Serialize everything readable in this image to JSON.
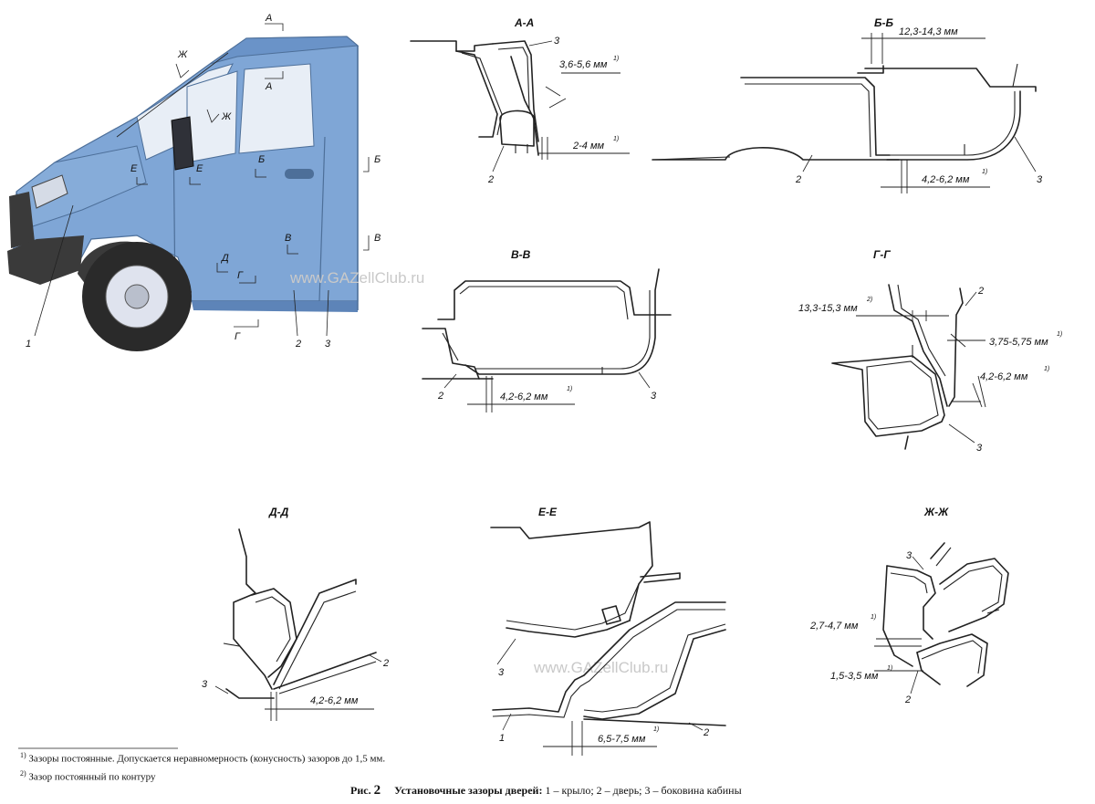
{
  "watermark": "www.GAZellClub.ru",
  "truck": {
    "markers": {
      "a": "А",
      "b": "Б",
      "v": "В",
      "g": "Г",
      "d": "Д",
      "e": "Е",
      "zh": "Ж"
    },
    "callouts": {
      "c1": "1",
      "c2": "2",
      "c3": "3"
    }
  },
  "sections": {
    "aa": {
      "title": "А-А",
      "dim1": "3,6-5,6 мм",
      "dim1_note": "1)",
      "dim2": "2-4 мм",
      "dim2_note": "1)",
      "c2": "2",
      "c3": "3"
    },
    "bb": {
      "title": "Б-Б",
      "dim1": "12,3-14,3 мм",
      "dim2": "4,2-6,2 мм",
      "dim2_note": "1)",
      "c2": "2",
      "c3": "3"
    },
    "vv": {
      "title": "В-В",
      "dim1": "4,2-6,2 мм",
      "dim1_note": "1)",
      "c2": "2",
      "c3": "3"
    },
    "gg": {
      "title": "Г-Г",
      "dim1": "13,3-15,3 мм",
      "dim1_note": "2)",
      "dim2": "3,75-5,75 мм",
      "dim2_note": "1)",
      "dim3": "4,2-6,2 мм",
      "dim3_note": "1)",
      "c2": "2",
      "c3": "3"
    },
    "dd": {
      "title": "Д-Д",
      "dim1": "4,2-6,2 мм",
      "c2": "2",
      "c3": "3"
    },
    "ee": {
      "title": "Е-Е",
      "dim1": "6,5-7,5 мм",
      "dim1_note": "1)",
      "c1": "1",
      "c2": "2",
      "c3": "3"
    },
    "zz": {
      "title": "Ж-Ж",
      "dim1": "2,7-4,7 мм",
      "dim1_note": "1)",
      "dim2": "1,5-3,5 мм",
      "dim2_note": "1)",
      "c2": "2",
      "c3": "3"
    }
  },
  "footnotes": {
    "n1_mark": "1)",
    "n1": "Зазоры постоянные. Допускается неравномерность (конусность) зазоров до 1,5 мм.",
    "n2_mark": "2)",
    "n2": "Зазор постоянный по контуру"
  },
  "caption": {
    "prefix": "Рис.",
    "number": "2",
    "title": "Установочные зазоры дверей:",
    "text": "1 – крыло; 2 – дверь; 3 – боковина кабины"
  },
  "colors": {
    "cab": "#7fa6d6",
    "cab_dark": "#5d84b8",
    "bumper": "#3a3a3a",
    "wheel": "#dfe3ee"
  }
}
